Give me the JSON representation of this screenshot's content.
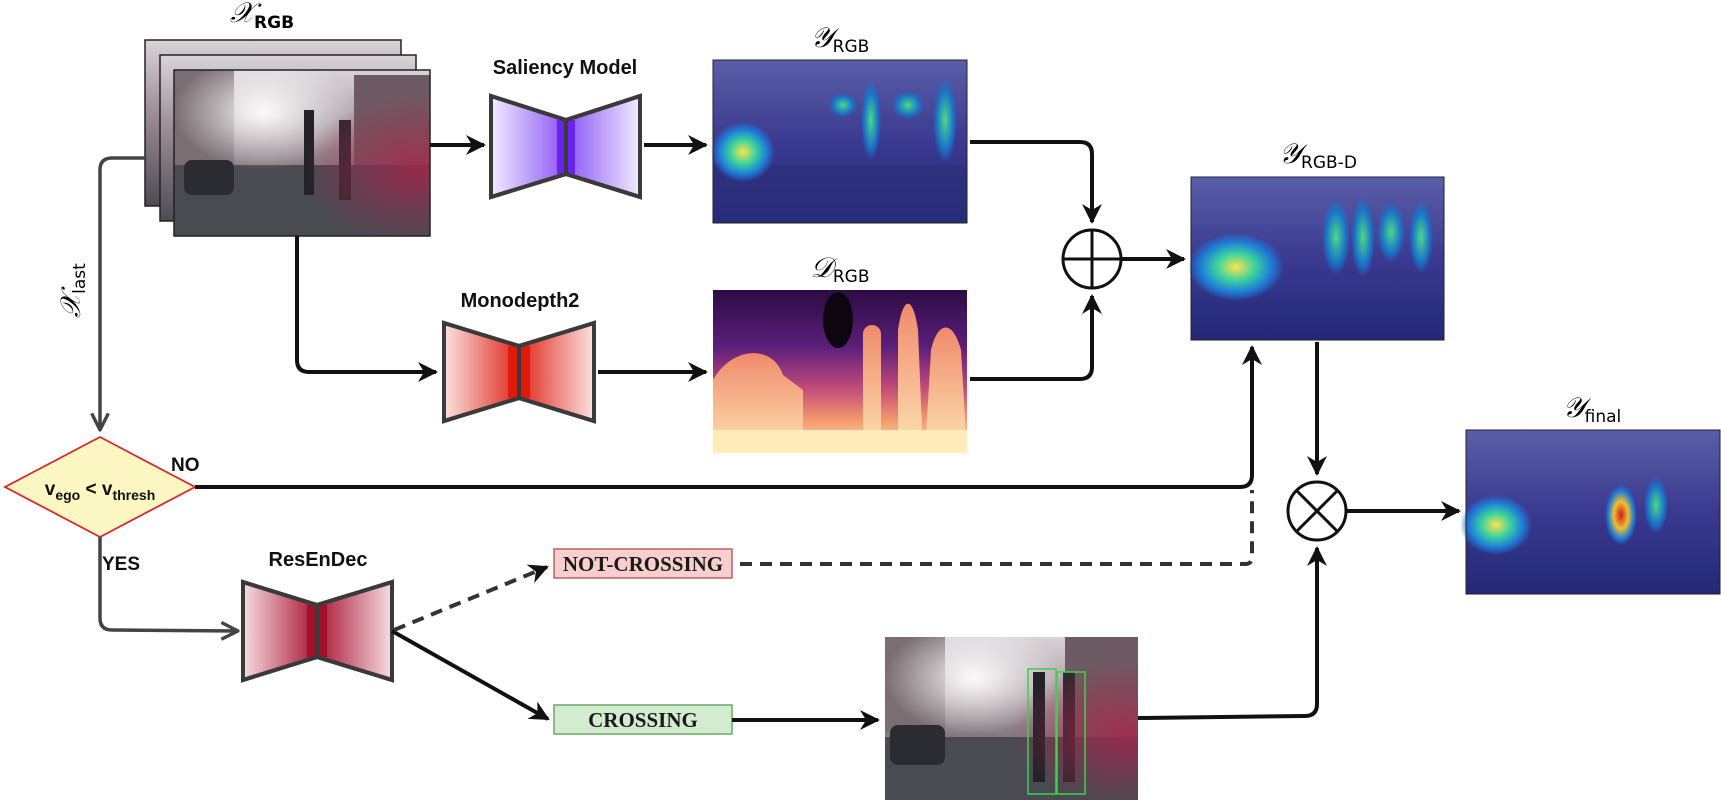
{
  "labels": {
    "x_rgb": {
      "main": "𝒳",
      "sub": "RGB"
    },
    "x_last": {
      "main": "𝒳",
      "sub": "last"
    },
    "y_rgb": {
      "main": "𝒴",
      "sub": "RGB"
    },
    "d_rgb": {
      "main": "𝒟",
      "sub": "RGB"
    },
    "y_rgbd": {
      "main": "𝒴",
      "sub": "RGB-D"
    },
    "y_final": {
      "main": "𝒴",
      "sub": "final"
    }
  },
  "models": {
    "saliency": "Saliency Model",
    "monodepth": "Monodepth2",
    "resendec": "ResEnDec"
  },
  "decision": {
    "v_ego": "v",
    "v_ego_sub": "ego",
    "lt": " < ",
    "v_thresh": "v",
    "v_thresh_sub": "thresh",
    "no": "NO",
    "yes": "YES"
  },
  "classes": {
    "not_crossing": "NOT-CROSSING",
    "crossing": "CROSSING"
  },
  "colors": {
    "saliency_block": "#7a3cf0",
    "monodepth_block": "#e01a0a",
    "resendec_block": "#a0102a",
    "decision_fill": "#fdf7c3",
    "decision_stroke": "#d62a2a",
    "not_crossing_fill": "#f8cfcf",
    "crossing_fill": "#d3ecd0"
  }
}
